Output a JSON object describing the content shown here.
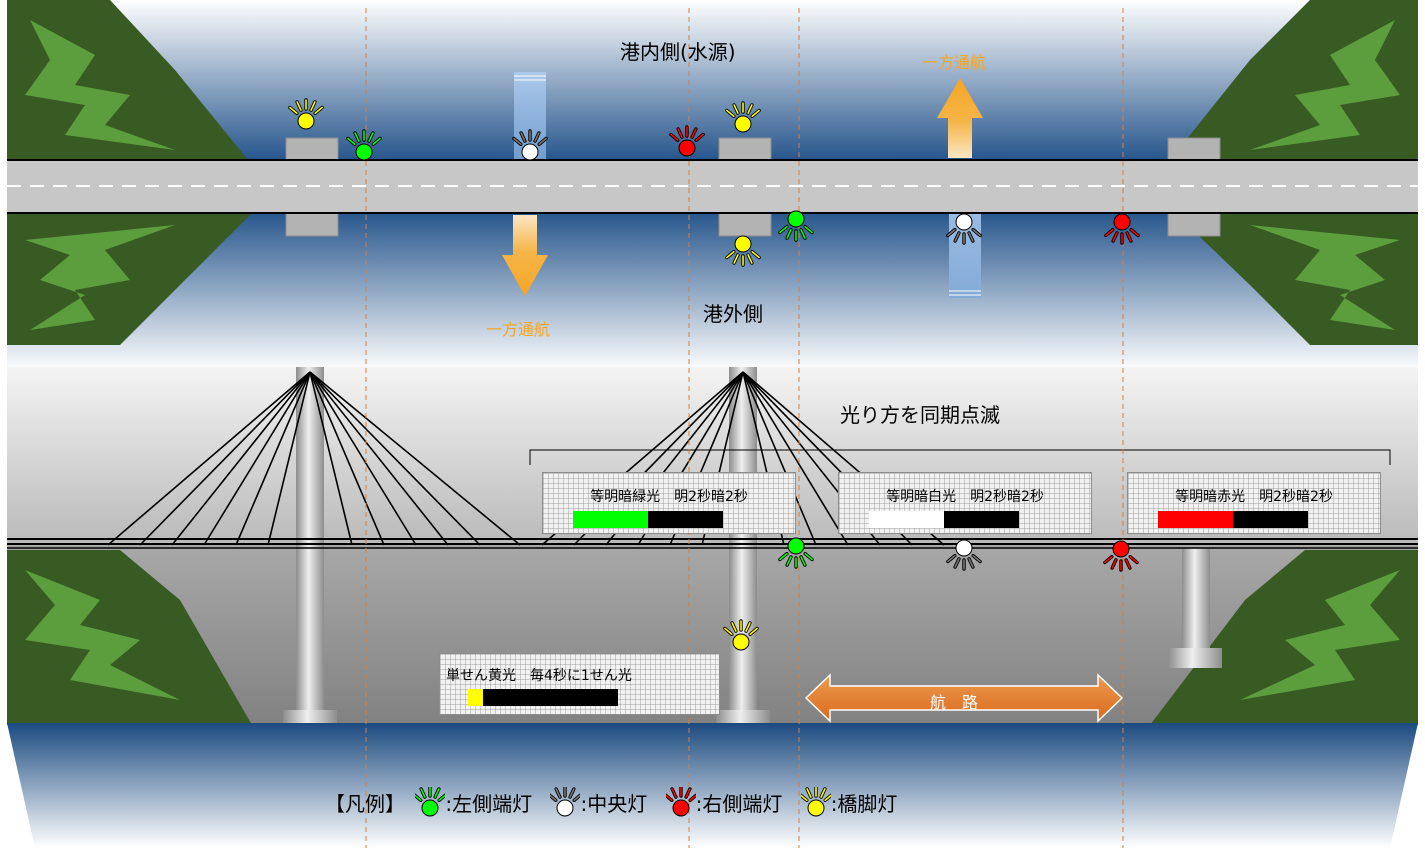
{
  "labels": {
    "harbor_inside": "港内側(水源)",
    "harbor_outside": "港外側",
    "one_way_top": "一方通航",
    "one_way_bottom": "一方通航",
    "sync_blink": "光り方を同期点滅",
    "channel": "航　路"
  },
  "indicators": {
    "green": {
      "text": "等明暗緑光　明2秒暗2秒",
      "on_fraction": 0.5,
      "color": "#00ff00"
    },
    "white": {
      "text": "等明暗白光　明2秒暗2秒",
      "on_fraction": 0.5,
      "color": "#ffffff"
    },
    "red": {
      "text": "等明暗赤光　明2秒暗2秒",
      "on_fraction": 0.5,
      "color": "#ff0000"
    },
    "yellow": {
      "text": "単せん黄光　毎4秒に1せん光",
      "on_fraction": 0.1,
      "color": "#ffff00"
    }
  },
  "legend": {
    "title": "【凡例】",
    "items": [
      {
        "label": ":左側端灯",
        "color": "#00ff00",
        "icon": "green-light-icon"
      },
      {
        "label": ":中央灯",
        "color": "#ffffff",
        "icon": "white-light-icon"
      },
      {
        "label": ":右側端灯",
        "color": "#ff0000",
        "icon": "red-light-icon"
      },
      {
        "label": ":橋脚灯",
        "color": "#ffff00",
        "icon": "yellow-light-icon"
      }
    ]
  },
  "colors": {
    "green": "#00ff00",
    "white": "#ffffff",
    "red": "#ff0000",
    "yellow": "#ffff00",
    "arrow": "#f5a623",
    "channel_arrow": "#ed7d31",
    "forest": "#4e8a33"
  }
}
